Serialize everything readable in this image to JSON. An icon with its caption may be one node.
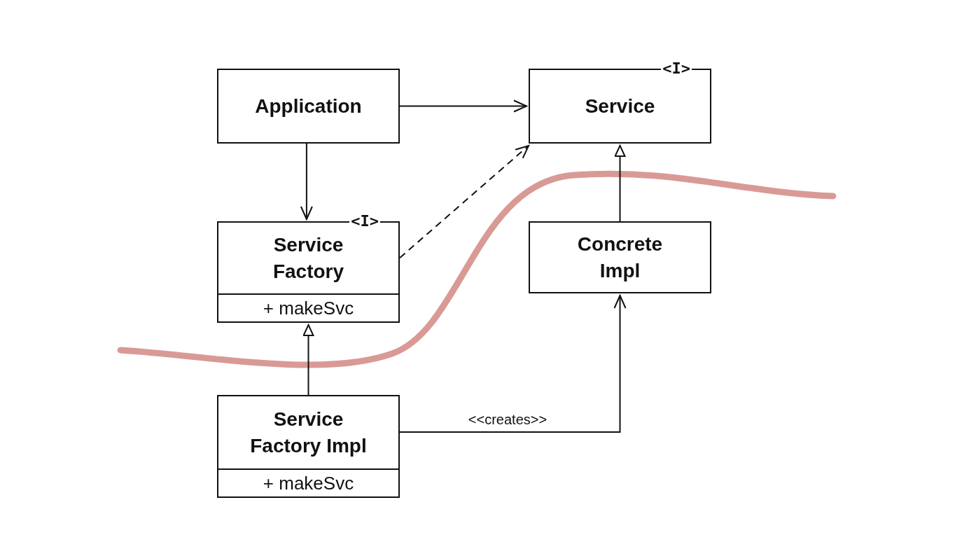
{
  "diagram": {
    "nodes": [
      {
        "text": [
          "Application"
        ]
      },
      {
        "text": [
          "Service"
        ],
        "beside": [
          "<I>"
        ]
      },
      {
        "text": [
          "Service Factory",
          "+ makeSvc"
        ],
        "beside": [
          "<I>"
        ]
      },
      {
        "text": [
          "Concrete Impl"
        ]
      },
      {
        "text": [
          "Service Factory Impl",
          "+ makeSvc"
        ]
      }
    ],
    "edges": [
      {
        "from": 0,
        "to": 1,
        "arrow": "to"
      },
      {
        "from": 0,
        "to": 2,
        "arrow": "to"
      },
      {
        "from": 2,
        "to": 1,
        "arrow": "to",
        "style": "dashed"
      },
      {
        "from": 3,
        "to": 1,
        "arrow": "to"
      },
      {
        "from": 4,
        "to": 2,
        "arrow": "to"
      },
      {
        "from": 4,
        "to": 3,
        "arrow": "to",
        "label": "<<creates>>"
      }
    ]
  }
}
